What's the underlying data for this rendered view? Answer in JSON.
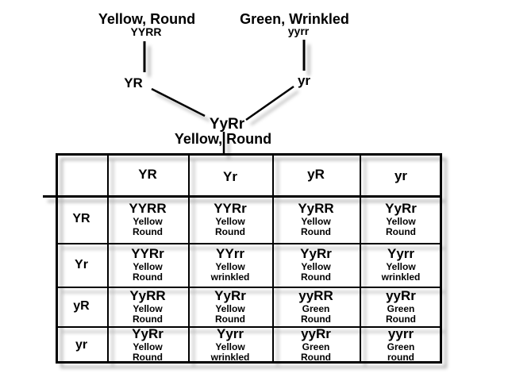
{
  "diagram": {
    "parent1": {
      "phenotype": "Yellow, Round",
      "genotype": "YYRR",
      "gamete": "YR"
    },
    "parent2": {
      "phenotype": "Green, Wrinkled",
      "genotype": "yyrr",
      "gamete": "yr"
    },
    "f1": {
      "genotype": "YyRr",
      "phenotype": "Yellow, Round"
    }
  },
  "punnett": {
    "col_headers": [
      "YR",
      "Yr",
      "yR",
      "yr"
    ],
    "row_headers": [
      "YR",
      "Yr",
      "yR",
      "yr"
    ],
    "cells": [
      [
        {
          "genotype": "YYRR",
          "trait1": "Yellow",
          "trait2": "Round"
        },
        {
          "genotype": "YYRr",
          "trait1": "Yellow",
          "trait2": "Round"
        },
        {
          "genotype": "YyRR",
          "trait1": "Yellow",
          "trait2": "Round"
        },
        {
          "genotype": "YyRr",
          "trait1": "Yellow",
          "trait2": "Round"
        }
      ],
      [
        {
          "genotype": "YYRr",
          "trait1": "Yellow",
          "trait2": "Round"
        },
        {
          "genotype": "YYrr",
          "trait1": "Yellow",
          "trait2": "wrinkled"
        },
        {
          "genotype": "YyRr",
          "trait1": "Yellow",
          "trait2": "Round"
        },
        {
          "genotype": "Yyrr",
          "trait1": "Yellow",
          "trait2": "wrinkled"
        }
      ],
      [
        {
          "genotype": "YyRR",
          "trait1": "Yellow",
          "trait2": "Round"
        },
        {
          "genotype": "YyRr",
          "trait1": "Yellow",
          "trait2": "Round"
        },
        {
          "genotype": "yyRR",
          "trait1": "Green",
          "trait2": "Round"
        },
        {
          "genotype": "yyRr",
          "trait1": "Green",
          "trait2": "Round"
        }
      ],
      [
        {
          "genotype": "YyRr",
          "trait1": "Yellow",
          "trait2": "Round"
        },
        {
          "genotype": "Yyrr",
          "trait1": "Yellow",
          "trait2": "wrinkled"
        },
        {
          "genotype": "yyRr",
          "trait1": "Green",
          "trait2": "Round"
        },
        {
          "genotype": "yyrr",
          "trait1": "Green",
          "trait2": "round"
        }
      ]
    ]
  },
  "colors": {
    "text": "#000000",
    "background": "#ffffff",
    "line": "#000000",
    "shadow": "rgba(0,0,0,0.30)"
  }
}
